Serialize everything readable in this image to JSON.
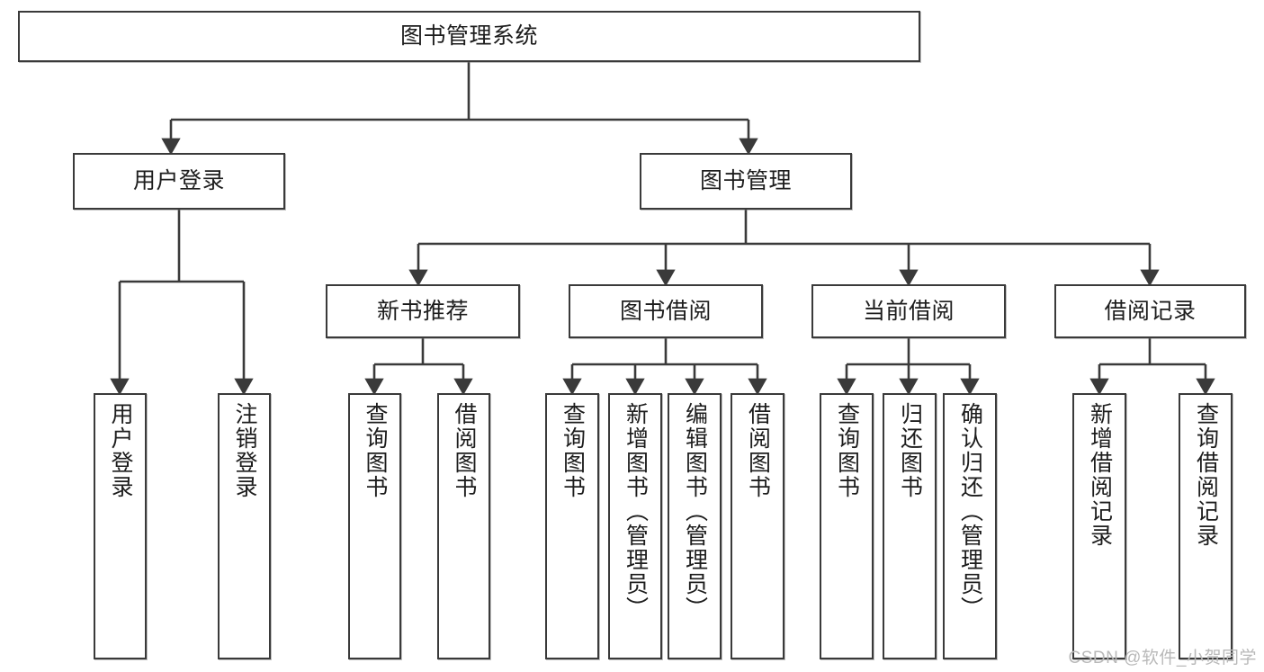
{
  "diagram": {
    "title": "图书管理系统",
    "type": "tree-hierarchy",
    "colors": {
      "box_border": "#3a3a3a",
      "box_fill": "#ffffff",
      "connector": "#3a3a3a",
      "text": "#1d1d1d",
      "watermark": "#b9b9b9",
      "background": "#ffffff"
    },
    "root": {
      "id": "root",
      "label": "图书管理系统"
    },
    "level1": [
      {
        "id": "user-login",
        "label": "用户登录"
      },
      {
        "id": "book-manage",
        "label": "图书管理"
      }
    ],
    "level2": [
      {
        "id": "new-book-recommend",
        "label": "新书推荐",
        "parent": "book-manage"
      },
      {
        "id": "book-borrow",
        "label": "图书借阅",
        "parent": "book-manage"
      },
      {
        "id": "current-borrow",
        "label": "当前借阅",
        "parent": "book-manage"
      },
      {
        "id": "borrow-record",
        "label": "借阅记录",
        "parent": "book-manage"
      }
    ],
    "leaves": [
      {
        "id": "leaf-user-login",
        "label": "用户登录",
        "parent": "user-login"
      },
      {
        "id": "leaf-user-logout",
        "label": "注销登录",
        "parent": "user-login"
      },
      {
        "id": "leaf-query-book-1",
        "label": "查询图书",
        "parent": "new-book-recommend"
      },
      {
        "id": "leaf-borrow-book-1",
        "label": "借阅图书",
        "parent": "new-book-recommend"
      },
      {
        "id": "leaf-query-book-2",
        "label": "查询图书",
        "parent": "book-borrow"
      },
      {
        "id": "leaf-add-book",
        "label": "新增图书（管理员）",
        "parent": "book-borrow"
      },
      {
        "id": "leaf-edit-book",
        "label": "编辑图书（管理员）",
        "parent": "book-borrow"
      },
      {
        "id": "leaf-borrow-book-2",
        "label": "借阅图书",
        "parent": "book-borrow"
      },
      {
        "id": "leaf-query-book-3",
        "label": "查询图书",
        "parent": "current-borrow"
      },
      {
        "id": "leaf-return-book",
        "label": "归还图书",
        "parent": "current-borrow"
      },
      {
        "id": "leaf-confirm-return",
        "label": "确认归还（管理员）",
        "parent": "current-borrow"
      },
      {
        "id": "leaf-add-record",
        "label": "新增借阅记录",
        "parent": "borrow-record"
      },
      {
        "id": "leaf-query-record",
        "label": "查询借阅记录",
        "parent": "borrow-record"
      }
    ],
    "watermark": "CSDN @软件_小贺同学"
  }
}
